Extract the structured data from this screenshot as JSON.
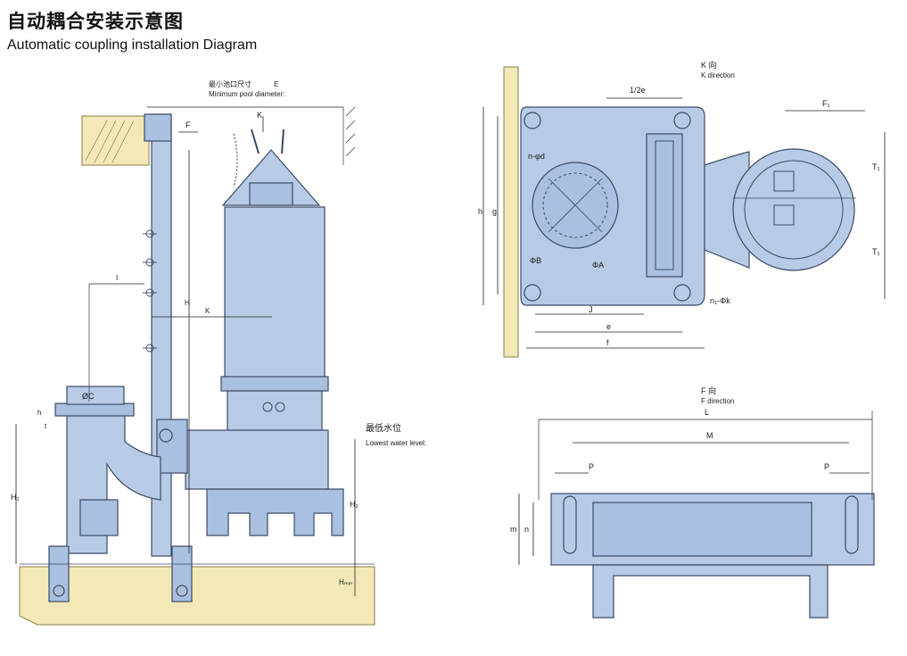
{
  "title_cn": "自动耦合安装示意图",
  "title_en": "Automatic coupling installation Diagram",
  "left": {
    "pool_cn": "最小池口尺寸",
    "pool_e": "E",
    "pool_en": "Minimum pool diameter:",
    "k": "K",
    "f": "F",
    "i": "I",
    "h_mark": "H",
    "k_mark": "K",
    "phi_c": "ØC",
    "h_small": "h",
    "t": "t",
    "h1": "H₁",
    "h2": "H₂",
    "hmin": "Hₘᵢₙ",
    "lowest_cn": "最低水位",
    "lowest_en": "Lowest water level:"
  },
  "top_right": {
    "k_dir_cn": "K 向",
    "k_dir_en": "K direction",
    "half_e": "1/2e",
    "f1": "F₁",
    "nd": "n-φd",
    "phib": "ΦB",
    "phia": "ΦA",
    "j": "J",
    "e": "e",
    "f": "f",
    "h": "h",
    "g": "g",
    "t1a": "T₁",
    "t1b": "T₁",
    "nphik": "n₁-Φk"
  },
  "bottom_right": {
    "f_dir_cn": "F 向",
    "f_dir_en": "F direction",
    "l": "L",
    "m": "M",
    "p_left": "P",
    "p_right": "P",
    "m_small": "m",
    "n": "n"
  }
}
